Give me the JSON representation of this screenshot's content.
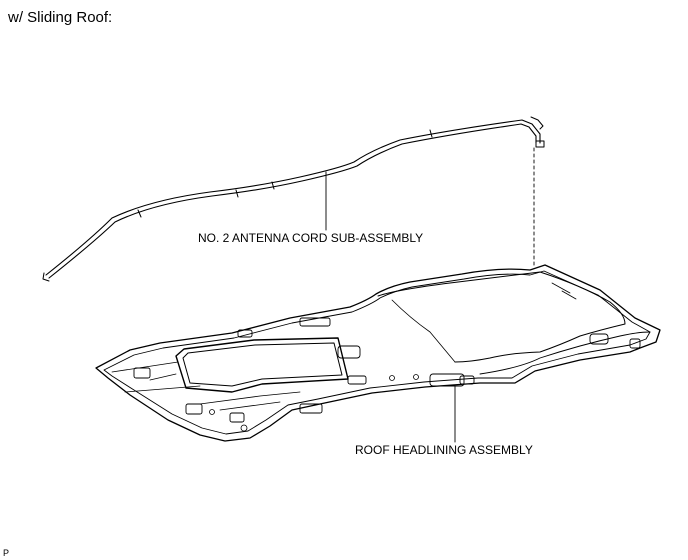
{
  "header": {
    "title": "w/ Sliding Roof:"
  },
  "callouts": {
    "antenna_cord": "NO. 2 ANTENNA CORD SUB-ASSEMBLY",
    "headlining": "ROOF HEADLINING ASSEMBLY"
  },
  "footer": {
    "code": "P"
  }
}
